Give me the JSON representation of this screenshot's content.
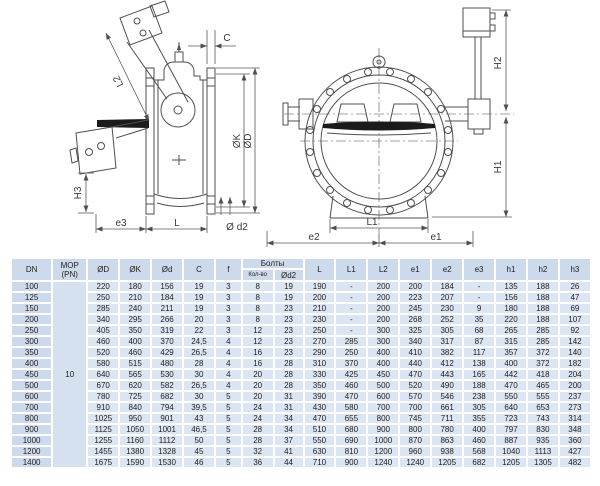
{
  "drawing": {
    "left_view_labels": {
      "l2": "L2",
      "c": "C",
      "ok": "ØK",
      "od": "ØD",
      "h3": "H3",
      "e3": "e3",
      "l": "L",
      "od2": "Ø d2"
    },
    "right_view_labels": {
      "h2": "H2",
      "h1": "H1",
      "l1": "L1",
      "e2": "e2",
      "e1": "e1"
    }
  },
  "table": {
    "headers": {
      "dn": "DN",
      "mop": "МОР (PN)",
      "d_outer": "ØD",
      "k": "ØK",
      "d": "Ød",
      "c": "C",
      "f": "f",
      "bolts": "Болты",
      "bolts_qty": "Кол-во",
      "bolts_d2": "Ød2",
      "l": "L",
      "l1": "L1",
      "l2": "L2",
      "e1": "e1",
      "e2": "e2",
      "e3": "e3",
      "h1": "h1",
      "h2": "h2",
      "h3": "h3"
    },
    "mop_value": "10",
    "rows": [
      [
        "100",
        "220",
        "180",
        "156",
        "19",
        "3",
        "8",
        "19",
        "190",
        "-",
        "200",
        "200",
        "184",
        "-",
        "135",
        "188",
        "26"
      ],
      [
        "125",
        "250",
        "210",
        "184",
        "19",
        "3",
        "8",
        "19",
        "200",
        "-",
        "200",
        "223",
        "207",
        "-",
        "156",
        "188",
        "47"
      ],
      [
        "150",
        "285",
        "240",
        "211",
        "19",
        "3",
        "8",
        "23",
        "210",
        "-",
        "200",
        "245",
        "230",
        "9",
        "180",
        "188",
        "69"
      ],
      [
        "200",
        "340",
        "295",
        "266",
        "20",
        "3",
        "8",
        "23",
        "230",
        "-",
        "200",
        "268",
        "252",
        "35",
        "220",
        "188",
        "107"
      ],
      [
        "250",
        "405",
        "350",
        "319",
        "22",
        "3",
        "12",
        "23",
        "250",
        "-",
        "300",
        "325",
        "305",
        "68",
        "265",
        "285",
        "92"
      ],
      [
        "300",
        "460",
        "400",
        "370",
        "24,5",
        "4",
        "12",
        "23",
        "270",
        "285",
        "300",
        "340",
        "317",
        "87",
        "315",
        "285",
        "142"
      ],
      [
        "350",
        "520",
        "460",
        "429",
        "26,5",
        "4",
        "16",
        "23",
        "290",
        "250",
        "400",
        "410",
        "382",
        "117",
        "357",
        "372",
        "140"
      ],
      [
        "400",
        "580",
        "515",
        "480",
        "28",
        "4",
        "16",
        "28",
        "310",
        "370",
        "400",
        "440",
        "412",
        "138",
        "400",
        "372",
        "182"
      ],
      [
        "450",
        "640",
        "565",
        "530",
        "30",
        "4",
        "20",
        "28",
        "330",
        "425",
        "450",
        "470",
        "443",
        "165",
        "442",
        "418",
        "204"
      ],
      [
        "500",
        "670",
        "620",
        "582",
        "26,5",
        "4",
        "20",
        "28",
        "350",
        "460",
        "500",
        "520",
        "490",
        "188",
        "470",
        "465",
        "200"
      ],
      [
        "600",
        "780",
        "725",
        "682",
        "30",
        "5",
        "20",
        "31",
        "390",
        "470",
        "600",
        "570",
        "546",
        "238",
        "550",
        "555",
        "237"
      ],
      [
        "700",
        "910",
        "840",
        "794",
        "39,5",
        "5",
        "24",
        "31",
        "430",
        "580",
        "700",
        "700",
        "661",
        "305",
        "640",
        "653",
        "273"
      ],
      [
        "800",
        "1025",
        "950",
        "901",
        "43",
        "5",
        "24",
        "34",
        "470",
        "655",
        "800",
        "745",
        "711",
        "355",
        "723",
        "743",
        "314"
      ],
      [
        "900",
        "1125",
        "1050",
        "1001",
        "46,5",
        "5",
        "28",
        "34",
        "510",
        "680",
        "900",
        "800",
        "780",
        "400",
        "797",
        "830",
        "348"
      ],
      [
        "1000",
        "1255",
        "1160",
        "1112",
        "50",
        "5",
        "28",
        "37",
        "550",
        "690",
        "1000",
        "870",
        "863",
        "460",
        "887",
        "935",
        "360"
      ],
      [
        "1200",
        "1455",
        "1380",
        "1328",
        "45",
        "5",
        "32",
        "41",
        "630",
        "810",
        "1200",
        "960",
        "938",
        "568",
        "1040",
        "1113",
        "427"
      ],
      [
        "1400",
        "1675",
        "1590",
        "1530",
        "46",
        "5",
        "36",
        "44",
        "710",
        "900",
        "1240",
        "1240",
        "1205",
        "682",
        "1205",
        "1305",
        "482"
      ]
    ]
  },
  "colors": {
    "cell_bg": "#dbe6f2",
    "header_bg": "#ccdaeb",
    "mop_bg": "#d5e1ee",
    "line": "#4f4f4f"
  }
}
